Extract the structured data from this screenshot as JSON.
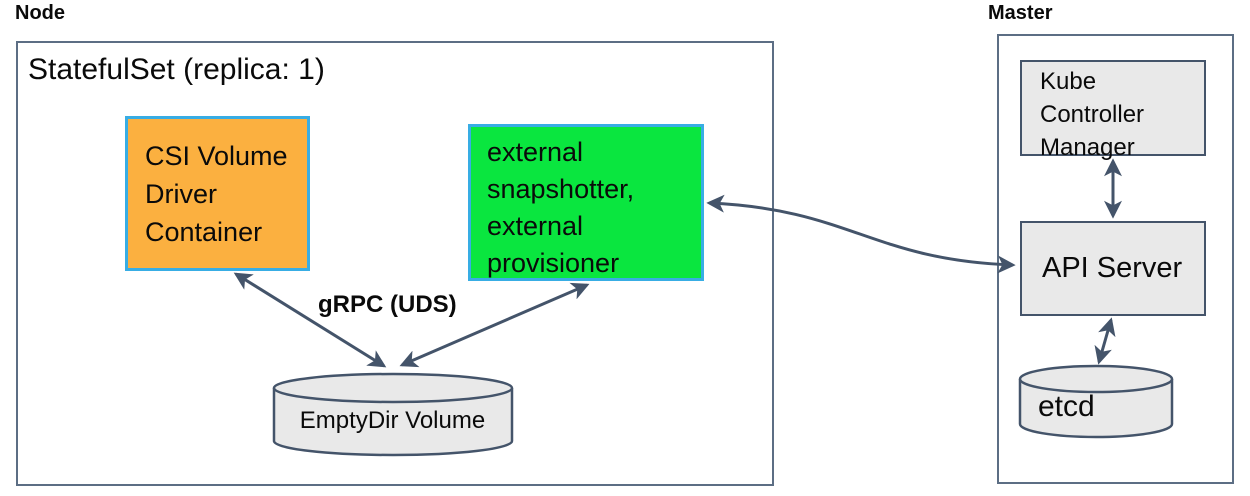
{
  "node": {
    "label": "Node",
    "statefulset_title": "StatefulSet (replica: 1)",
    "csi_lines": [
      "CSI Volume",
      "Driver",
      "Container"
    ],
    "sidecar_lines": [
      "external",
      "snapshotter,",
      "external",
      "provisioner"
    ],
    "grpc_label": "gRPC (UDS)",
    "emptydir_label": "EmptyDir Volume"
  },
  "master": {
    "label": "Master",
    "kcm_lines": [
      "Kube",
      "Controller",
      "Manager"
    ],
    "api_server_label": "API Server",
    "etcd_label": "etcd"
  },
  "colors": {
    "csi_box_fill": "#FBB040",
    "sidecar_box_fill": "#0AE63F",
    "colored_box_border": "#38ADE4",
    "gray_fill": "#E9E9E9",
    "connector": "#44546A",
    "outer_border": "#5C6E84",
    "text": "#0A0A0A"
  },
  "connections": [
    {
      "from": "csi-volume-driver-container",
      "to": "emptydir-volume",
      "bidirectional": true,
      "label": "gRPC (UDS)"
    },
    {
      "from": "external-snapshotter-provisioner",
      "to": "emptydir-volume",
      "bidirectional": true,
      "label": "gRPC (UDS)"
    },
    {
      "from": "external-snapshotter-provisioner",
      "to": "api-server",
      "bidirectional": true
    },
    {
      "from": "kube-controller-manager",
      "to": "api-server",
      "bidirectional": true
    },
    {
      "from": "api-server",
      "to": "etcd",
      "bidirectional": true
    }
  ]
}
